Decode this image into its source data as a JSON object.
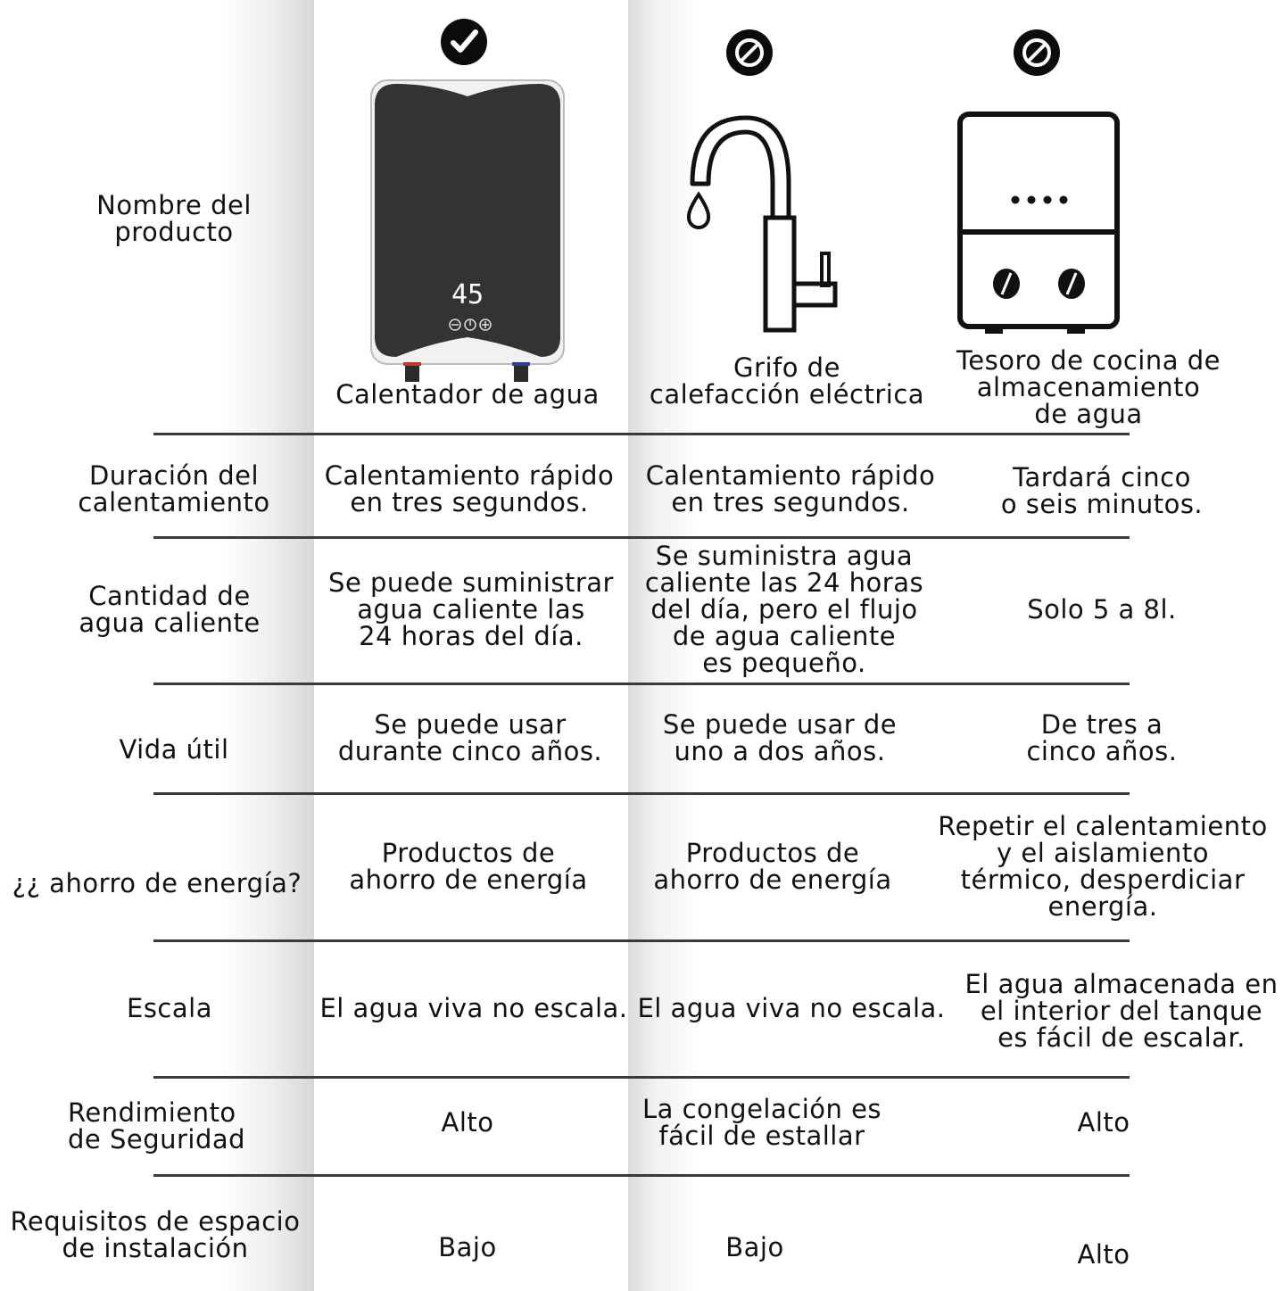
{
  "header_row": {
    "label": "Nombre del\nproducto",
    "products": [
      {
        "name": "Calentador de agua",
        "status_icon": "check-icon",
        "recommended": true,
        "display_value": "45",
        "controls": [
          "minus",
          "power",
          "plus"
        ]
      },
      {
        "name": "Grifo de\ncalefacción eléctrica",
        "status_icon": "prohibited-icon",
        "recommended": false
      },
      {
        "name": "Tesoro de cocina de\nalmacenamiento\nde agua",
        "status_icon": "prohibited-icon",
        "recommended": false
      }
    ]
  },
  "rows": [
    {
      "label": "Duración del\ncalentamiento",
      "values": [
        "Calentamiento rápido\nen tres segundos.",
        "Calentamiento rápido\nen tres segundos.",
        "Tardará cinco\no seis minutos."
      ]
    },
    {
      "label": "Cantidad de\nagua caliente",
      "values": [
        "Se puede suministrar\nagua caliente las\n24 horas del día.",
        "Se suministra agua\ncaliente las 24 horas\ndel día, pero el flujo\nde agua caliente\nes pequeño.",
        "Solo 5 a 8l."
      ]
    },
    {
      "label": "Vida útil",
      "values": [
        "Se puede usar\ndurante cinco años.",
        "Se puede usar de\nuno a dos años.",
        "De tres a\ncinco años."
      ]
    },
    {
      "label": "¿¿ ahorro de energía?",
      "values": [
        "Productos de\nahorro de energía",
        "Productos de\nahorro de energía",
        "Repetir el calentamiento\ny el aislamiento\ntérmico, desperdiciar\nenergía."
      ]
    },
    {
      "label": "Escala",
      "values": [
        "El agua viva no escala.",
        "El agua viva no escala.",
        "El agua almacenada en\nel interior del tanque\nes fácil de escalar."
      ]
    },
    {
      "label": "Rendimiento\nde Seguridad",
      "values": [
        "Alto",
        "La congelación es\nfácil de estallar",
        "Alto"
      ]
    },
    {
      "label": "Requisitos de espacio\nde instalación",
      "values": [
        "Bajo",
        "Bajo",
        "Alto"
      ]
    }
  ],
  "colors": {
    "text": "#111111",
    "rule": "#3a3a3a",
    "heater_body": "#333333",
    "badge": "#0c0c0c",
    "hot_pipe": "#c0392b",
    "cold_pipe": "#2c3e90"
  }
}
